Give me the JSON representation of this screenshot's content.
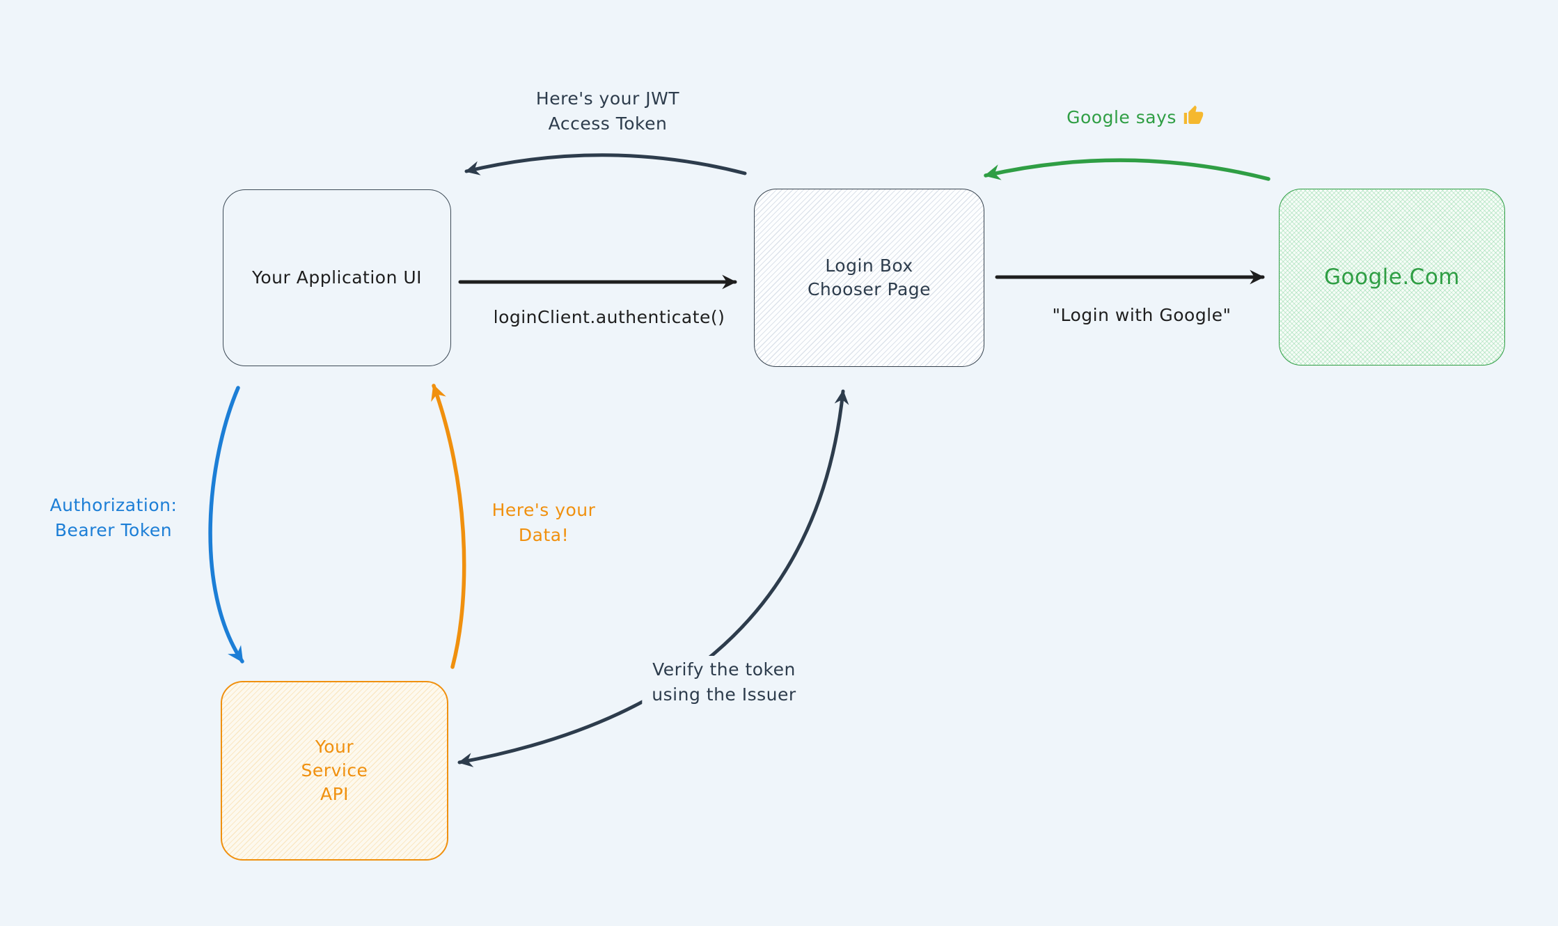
{
  "diagram": {
    "background_color": "#eff5fa",
    "palette": {
      "ink": "#1e1e1e",
      "slate": "#2d3c4c",
      "blue": "#1c7ed6",
      "orange": "#f0900e",
      "green": "#2f9e44",
      "thumb_gold": "#f5b82e"
    },
    "nodes": {
      "app_ui": {
        "label": "Your Application UI"
      },
      "login_box": {
        "lines": [
          "Login Box",
          "Chooser Page"
        ]
      },
      "google": {
        "label": "Google.Com"
      },
      "service_api": {
        "lines": [
          "Your",
          "Service",
          "API"
        ]
      }
    },
    "edges": {
      "jwt_token": {
        "lines": [
          "Here's your JWT",
          "Access Token"
        ],
        "color": "#2d3c4c"
      },
      "authenticate": {
        "label": "loginClient.authenticate()",
        "color": "#1e1e1e"
      },
      "google_says": {
        "label": "Google says",
        "emoji": "👍",
        "color": "#2f9e44"
      },
      "login_with_google": {
        "label": "\"Login with Google\"",
        "color": "#1e1e1e"
      },
      "authorization": {
        "lines": [
          "Authorization:",
          "Bearer Token"
        ],
        "color": "#1c7ed6"
      },
      "your_data": {
        "lines": [
          "Here's your",
          "Data!"
        ],
        "color": "#f0900e"
      },
      "verify_token": {
        "lines": [
          "Verify the token",
          "using the Issuer"
        ],
        "color": "#2d3c4c"
      }
    }
  }
}
